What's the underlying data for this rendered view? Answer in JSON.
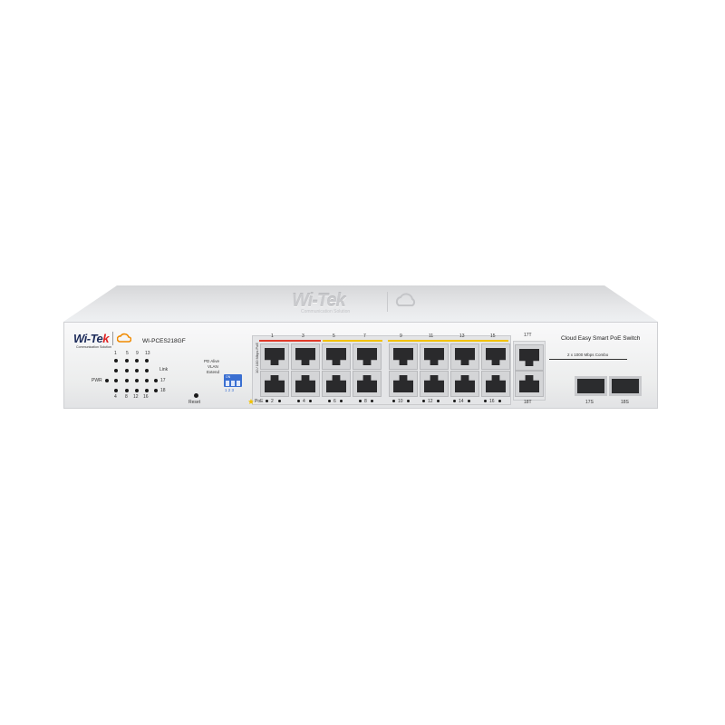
{
  "brand": {
    "name_a": "Wi-Te",
    "name_b": "k",
    "tagline": "Communication Solution"
  },
  "lid": {
    "logo": "Wi-Tek",
    "tagline": "Communication Solution"
  },
  "model": "WI-PCES218GF",
  "product_title": "Cloud Easy Smart PoE Switch",
  "combo_label": "2 x 1000 Mbps Combo",
  "led_panel": {
    "top_numbers": [
      "1",
      "5",
      "9",
      "13"
    ],
    "bottom_numbers": [
      "4",
      "8",
      "12",
      "16"
    ],
    "link_label": "Link",
    "pwr_label": "PWR",
    "label_17": "17",
    "label_18": "18"
  },
  "dip_switch": {
    "labels": [
      "PD Alive",
      "VLAN",
      "Extend"
    ],
    "on_label": "ON",
    "positions": "1 2 3"
  },
  "reset_label": "Reset",
  "ports": {
    "top_labels": [
      "1",
      "3",
      "5",
      "7",
      "9",
      "11",
      "13",
      "15"
    ],
    "bottom_labels": [
      "2",
      "4",
      "6",
      "8",
      "10",
      "12",
      "14",
      "16"
    ],
    "poe_label": "PoE",
    "side_label": "10 / 100 Mbps PoE"
  },
  "combo_ports": {
    "rj45_top": "17T",
    "rj45_bottom": "18T",
    "sfp_left": "17S",
    "sfp_right": "18S"
  },
  "colors": {
    "chassis": "#eceded",
    "brand_blue": "#1c2b5a",
    "accent_red": "#e02020",
    "dip_blue": "#3a6fd1",
    "poe_yellow": "#f2c200",
    "link_red": "#e03b2a"
  }
}
